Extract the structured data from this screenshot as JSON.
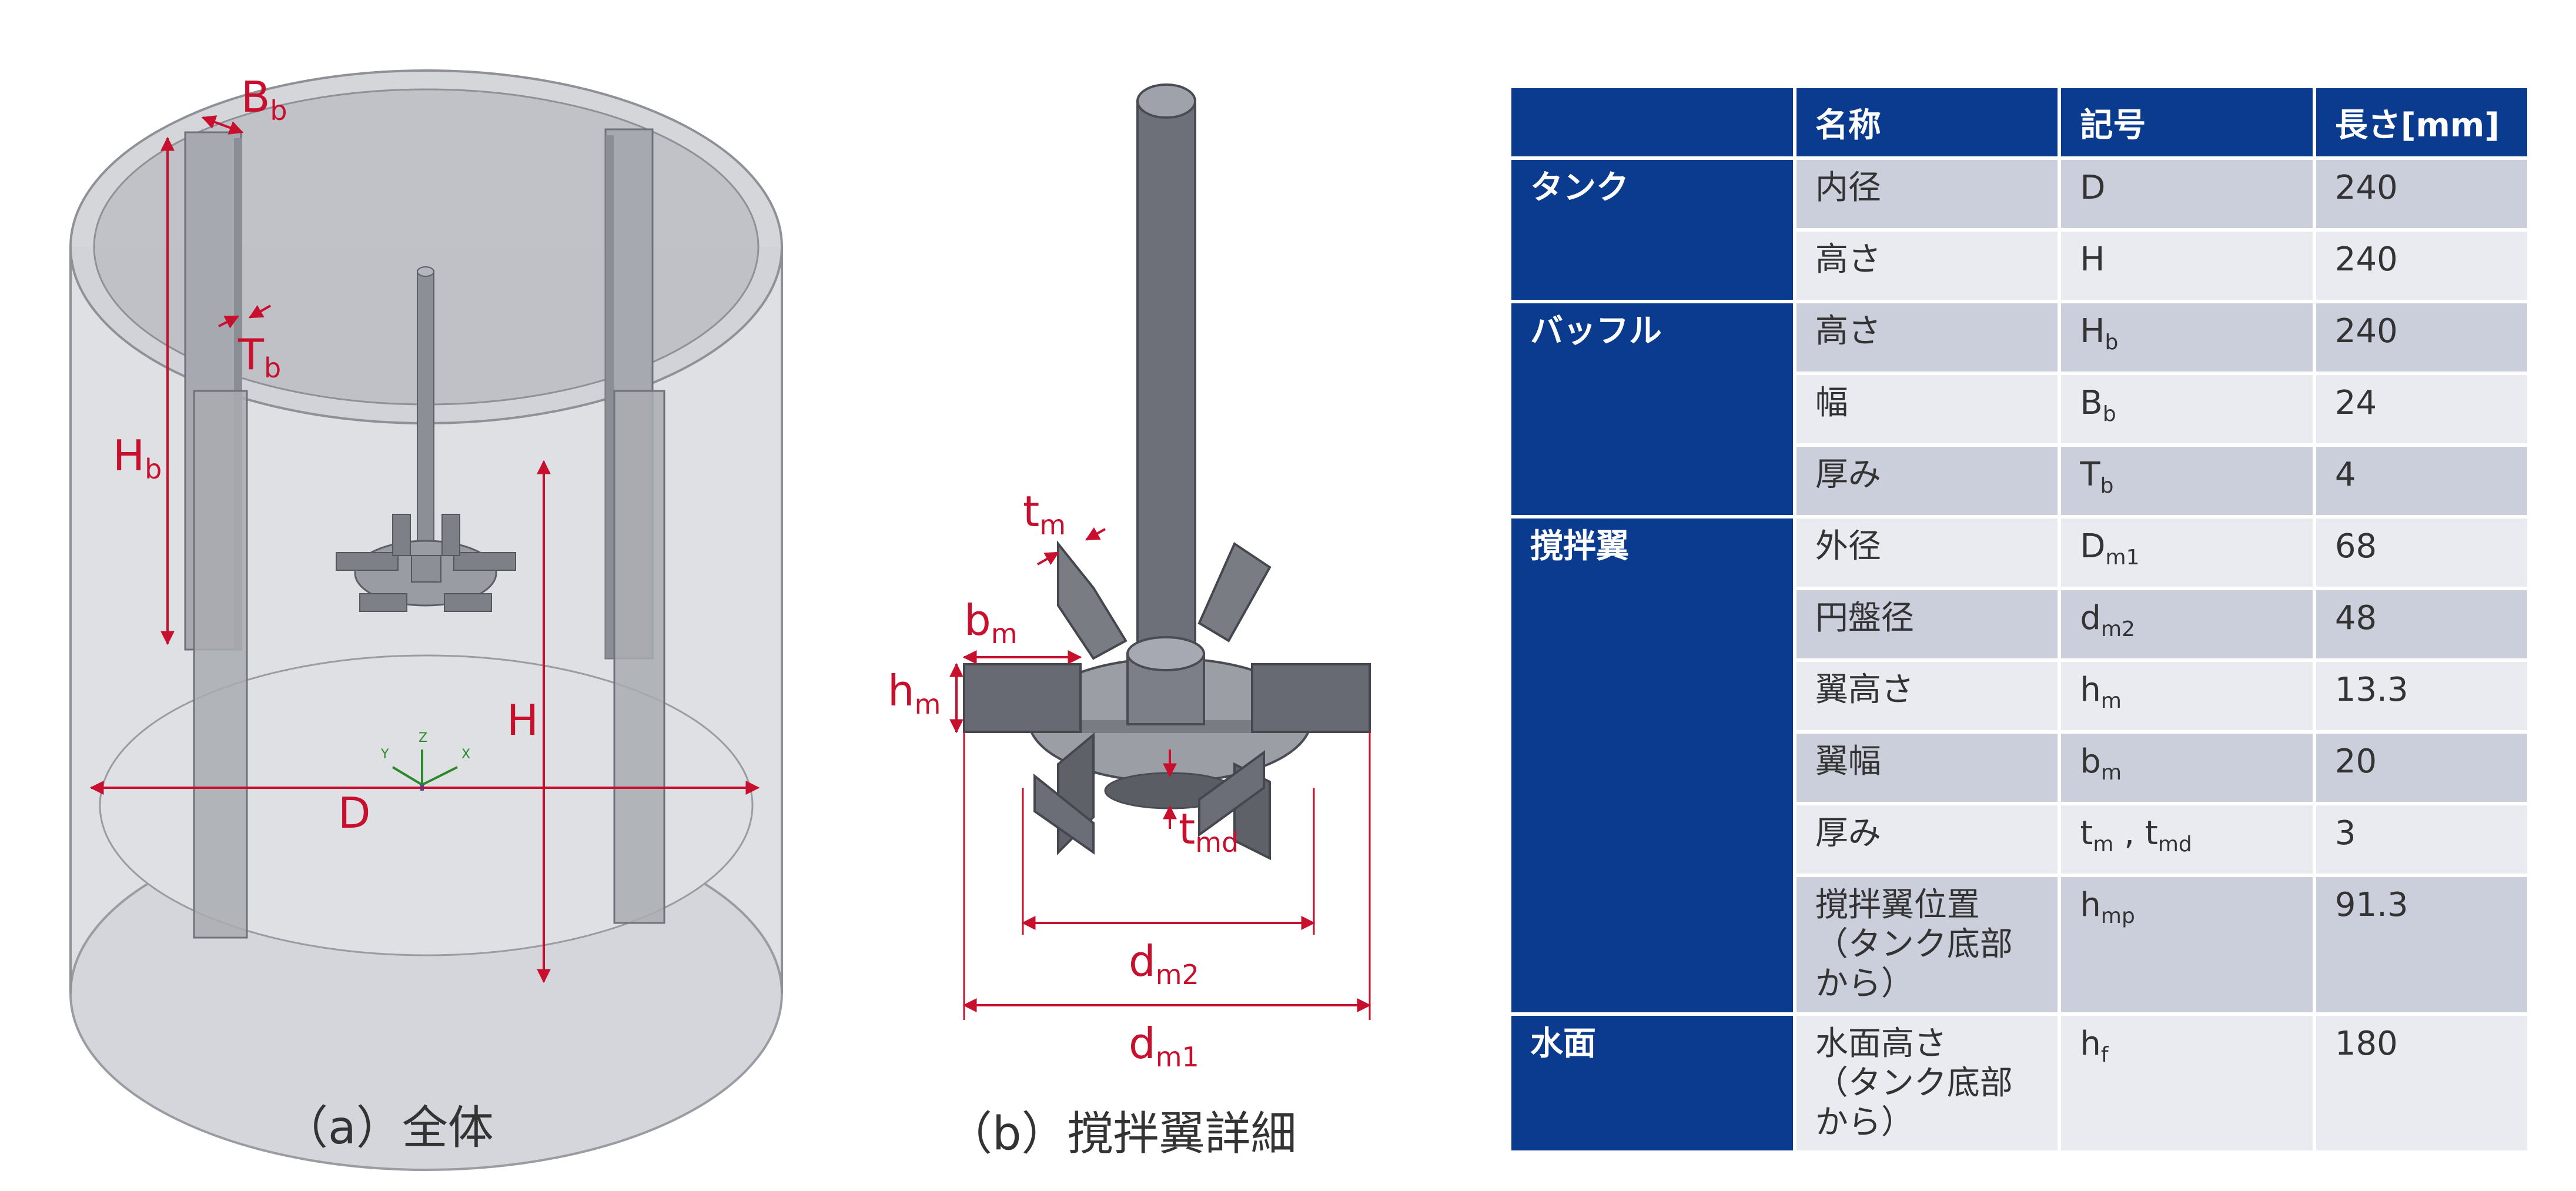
{
  "captions": {
    "a": "（a）全体",
    "b": "（b）撹拌翼詳細"
  },
  "labels": {
    "a": {
      "Bb": {
        "base": "B",
        "sub": "b"
      },
      "Tb": {
        "base": "T",
        "sub": "b"
      },
      "Hb": {
        "base": "H",
        "sub": "b"
      },
      "H": {
        "base": "H",
        "sub": ""
      },
      "D": {
        "base": "D",
        "sub": ""
      }
    },
    "b": {
      "tm": {
        "base": "t",
        "sub": "m"
      },
      "bm": {
        "base": "b",
        "sub": "m"
      },
      "hm": {
        "base": "h",
        "sub": "m"
      },
      "tmd": {
        "base": "t",
        "sub": "md"
      },
      "dm2": {
        "base": "d",
        "sub": "m2"
      },
      "dm1": {
        "base": "d",
        "sub": "m1"
      }
    },
    "axes": {
      "x": "X",
      "y": "Y",
      "z": "Z"
    }
  },
  "table": {
    "headers": [
      "",
      "名称",
      "記号",
      "長さ[mm]"
    ],
    "rows": [
      {
        "group": "タンク",
        "span": 2,
        "name": "内径",
        "sym": "D",
        "sub": "",
        "len": "240"
      },
      {
        "name": "高さ",
        "sym": "H",
        "sub": "",
        "len": "240"
      },
      {
        "group": "バッフル",
        "span": 3,
        "name": "高さ",
        "sym": "H",
        "sub": "b",
        "len": "240"
      },
      {
        "name": "幅",
        "sym": "B",
        "sub": "b",
        "len": "24"
      },
      {
        "name": "厚み",
        "sym": "T",
        "sub": "b",
        "len": "4"
      },
      {
        "group": "撹拌翼",
        "span": 6,
        "name": "外径",
        "sym": "D",
        "sub": "m1",
        "len": "68"
      },
      {
        "name": "円盤径",
        "sym": "d",
        "sub": "m2",
        "len": "48"
      },
      {
        "name": "翼高さ",
        "sym": "h",
        "sub": "m",
        "len": "13.3"
      },
      {
        "name": "翼幅",
        "sym": "b",
        "sub": "m",
        "len": "20"
      },
      {
        "name": "厚み",
        "sym": "t",
        "sub": "m",
        "sym2": "t",
        "sub2": "md",
        "len": "3"
      },
      {
        "name": "撹拌翼位置\n（タンク底部から）",
        "sym": "h",
        "sub": "mp",
        "len": "91.3"
      },
      {
        "group": "水面",
        "span": 1,
        "name": "水面高さ\n（タンク底部から）",
        "sym": "h",
        "sub": "f",
        "len": "180"
      }
    ]
  },
  "colors": {
    "accent": "#c8102e",
    "header": "#0b3b8f",
    "row_dark": "#cbcfdc",
    "row_light": "#e9ebf1",
    "tank": "#c5c7cd"
  }
}
